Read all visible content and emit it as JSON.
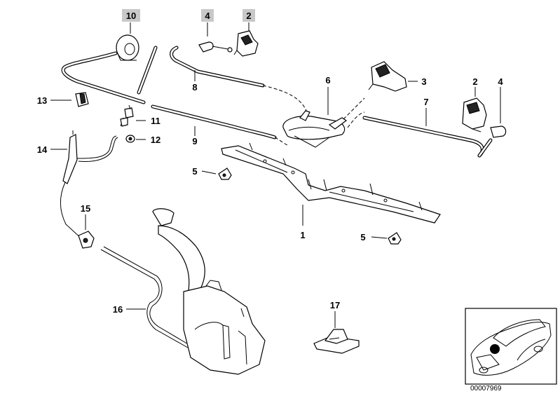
{
  "diagram": {
    "reference_number": "00007969",
    "callouts": [
      {
        "id": "c10",
        "text": "10",
        "highlighted": true
      },
      {
        "id": "c4a",
        "text": "4",
        "highlighted": true
      },
      {
        "id": "c2a",
        "text": "2",
        "highlighted": true
      },
      {
        "id": "c13",
        "text": "13",
        "highlighted": false
      },
      {
        "id": "c8",
        "text": "8",
        "highlighted": false
      },
      {
        "id": "c6",
        "text": "6",
        "highlighted": false
      },
      {
        "id": "c3",
        "text": "3",
        "highlighted": false
      },
      {
        "id": "c2b",
        "text": "2",
        "highlighted": false
      },
      {
        "id": "c4b",
        "text": "4",
        "highlighted": false
      },
      {
        "id": "c7",
        "text": "7",
        "highlighted": false
      },
      {
        "id": "c11",
        "text": "11",
        "highlighted": false
      },
      {
        "id": "c12",
        "text": "12",
        "highlighted": false
      },
      {
        "id": "c9",
        "text": "9",
        "highlighted": false
      },
      {
        "id": "c14",
        "text": "14",
        "highlighted": false
      },
      {
        "id": "c5a",
        "text": "5",
        "highlighted": false
      },
      {
        "id": "c15",
        "text": "15",
        "highlighted": false
      },
      {
        "id": "c1",
        "text": "1",
        "highlighted": false
      },
      {
        "id": "c5b",
        "text": "5",
        "highlighted": false
      },
      {
        "id": "c16",
        "text": "16",
        "highlighted": false
      },
      {
        "id": "c17",
        "text": "17",
        "highlighted": false
      }
    ]
  }
}
